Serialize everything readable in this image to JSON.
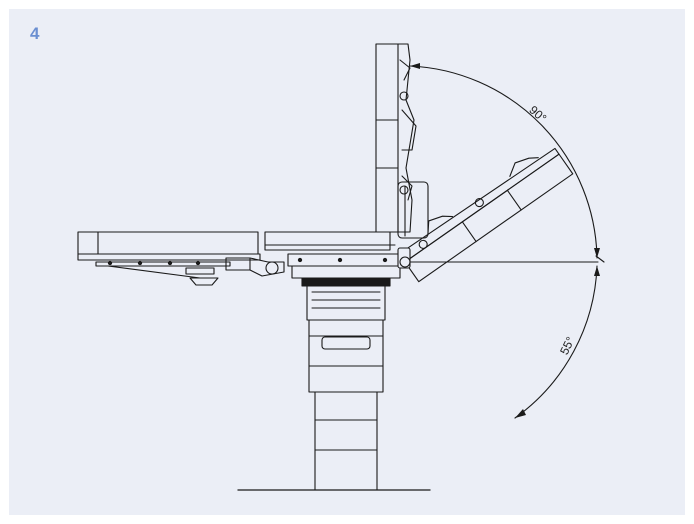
{
  "figure_number": "4",
  "angles": {
    "upper": "90°",
    "lower": "55°"
  },
  "colors": {
    "panel_background": "#ebeef6",
    "figure_number": "#6b8fd1",
    "line": "#1a1a1a"
  }
}
